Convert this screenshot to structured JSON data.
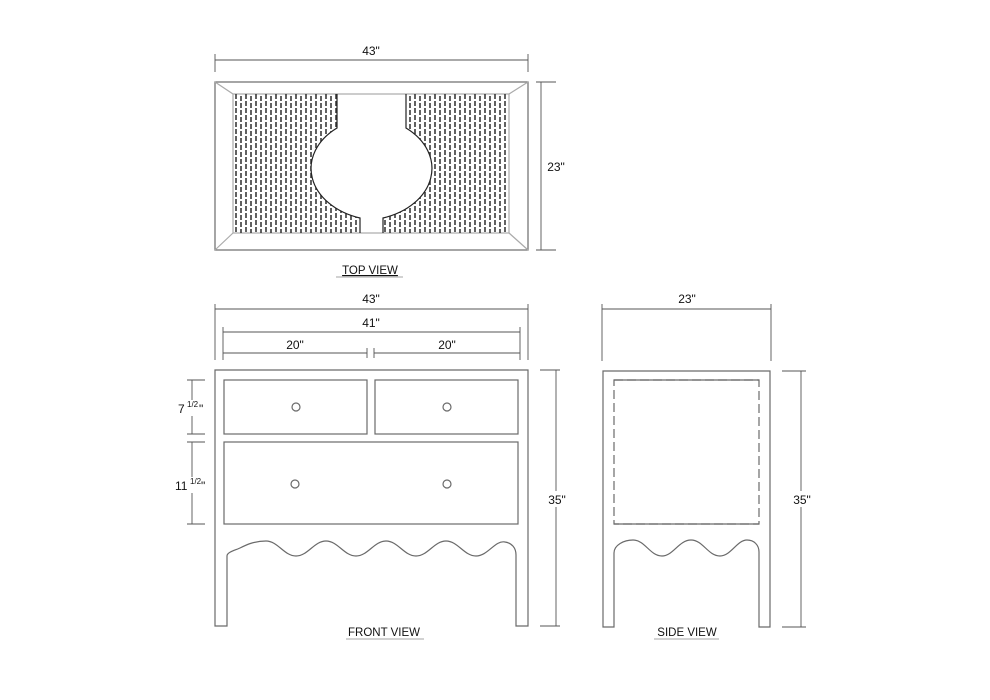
{
  "drawing": {
    "subject": "Two-drawer chest with scalloped apron and woven top",
    "line_color": "#6a6a6a",
    "text_color": "#111111"
  },
  "top_view": {
    "label": "TOP VIEW",
    "width_dim": "43\"",
    "depth_dim": "23\""
  },
  "front_view": {
    "label": "FRONT VIEW",
    "overall_width_dim": "43\"",
    "inner_width_dim": "41\"",
    "left_drawer_width_dim": "20\"",
    "right_drawer_width_dim": "20\"",
    "top_drawer_height_whole": "7",
    "top_drawer_height_frac": "1/2",
    "top_drawer_height_unit": "\"",
    "bottom_drawer_height_whole": "11",
    "bottom_drawer_height_frac": "1/2",
    "bottom_drawer_height_unit": "\"",
    "height_dim": "35\""
  },
  "side_view": {
    "label": "SIDE VIEW",
    "width_dim": "23\"",
    "height_dim": "35\""
  }
}
